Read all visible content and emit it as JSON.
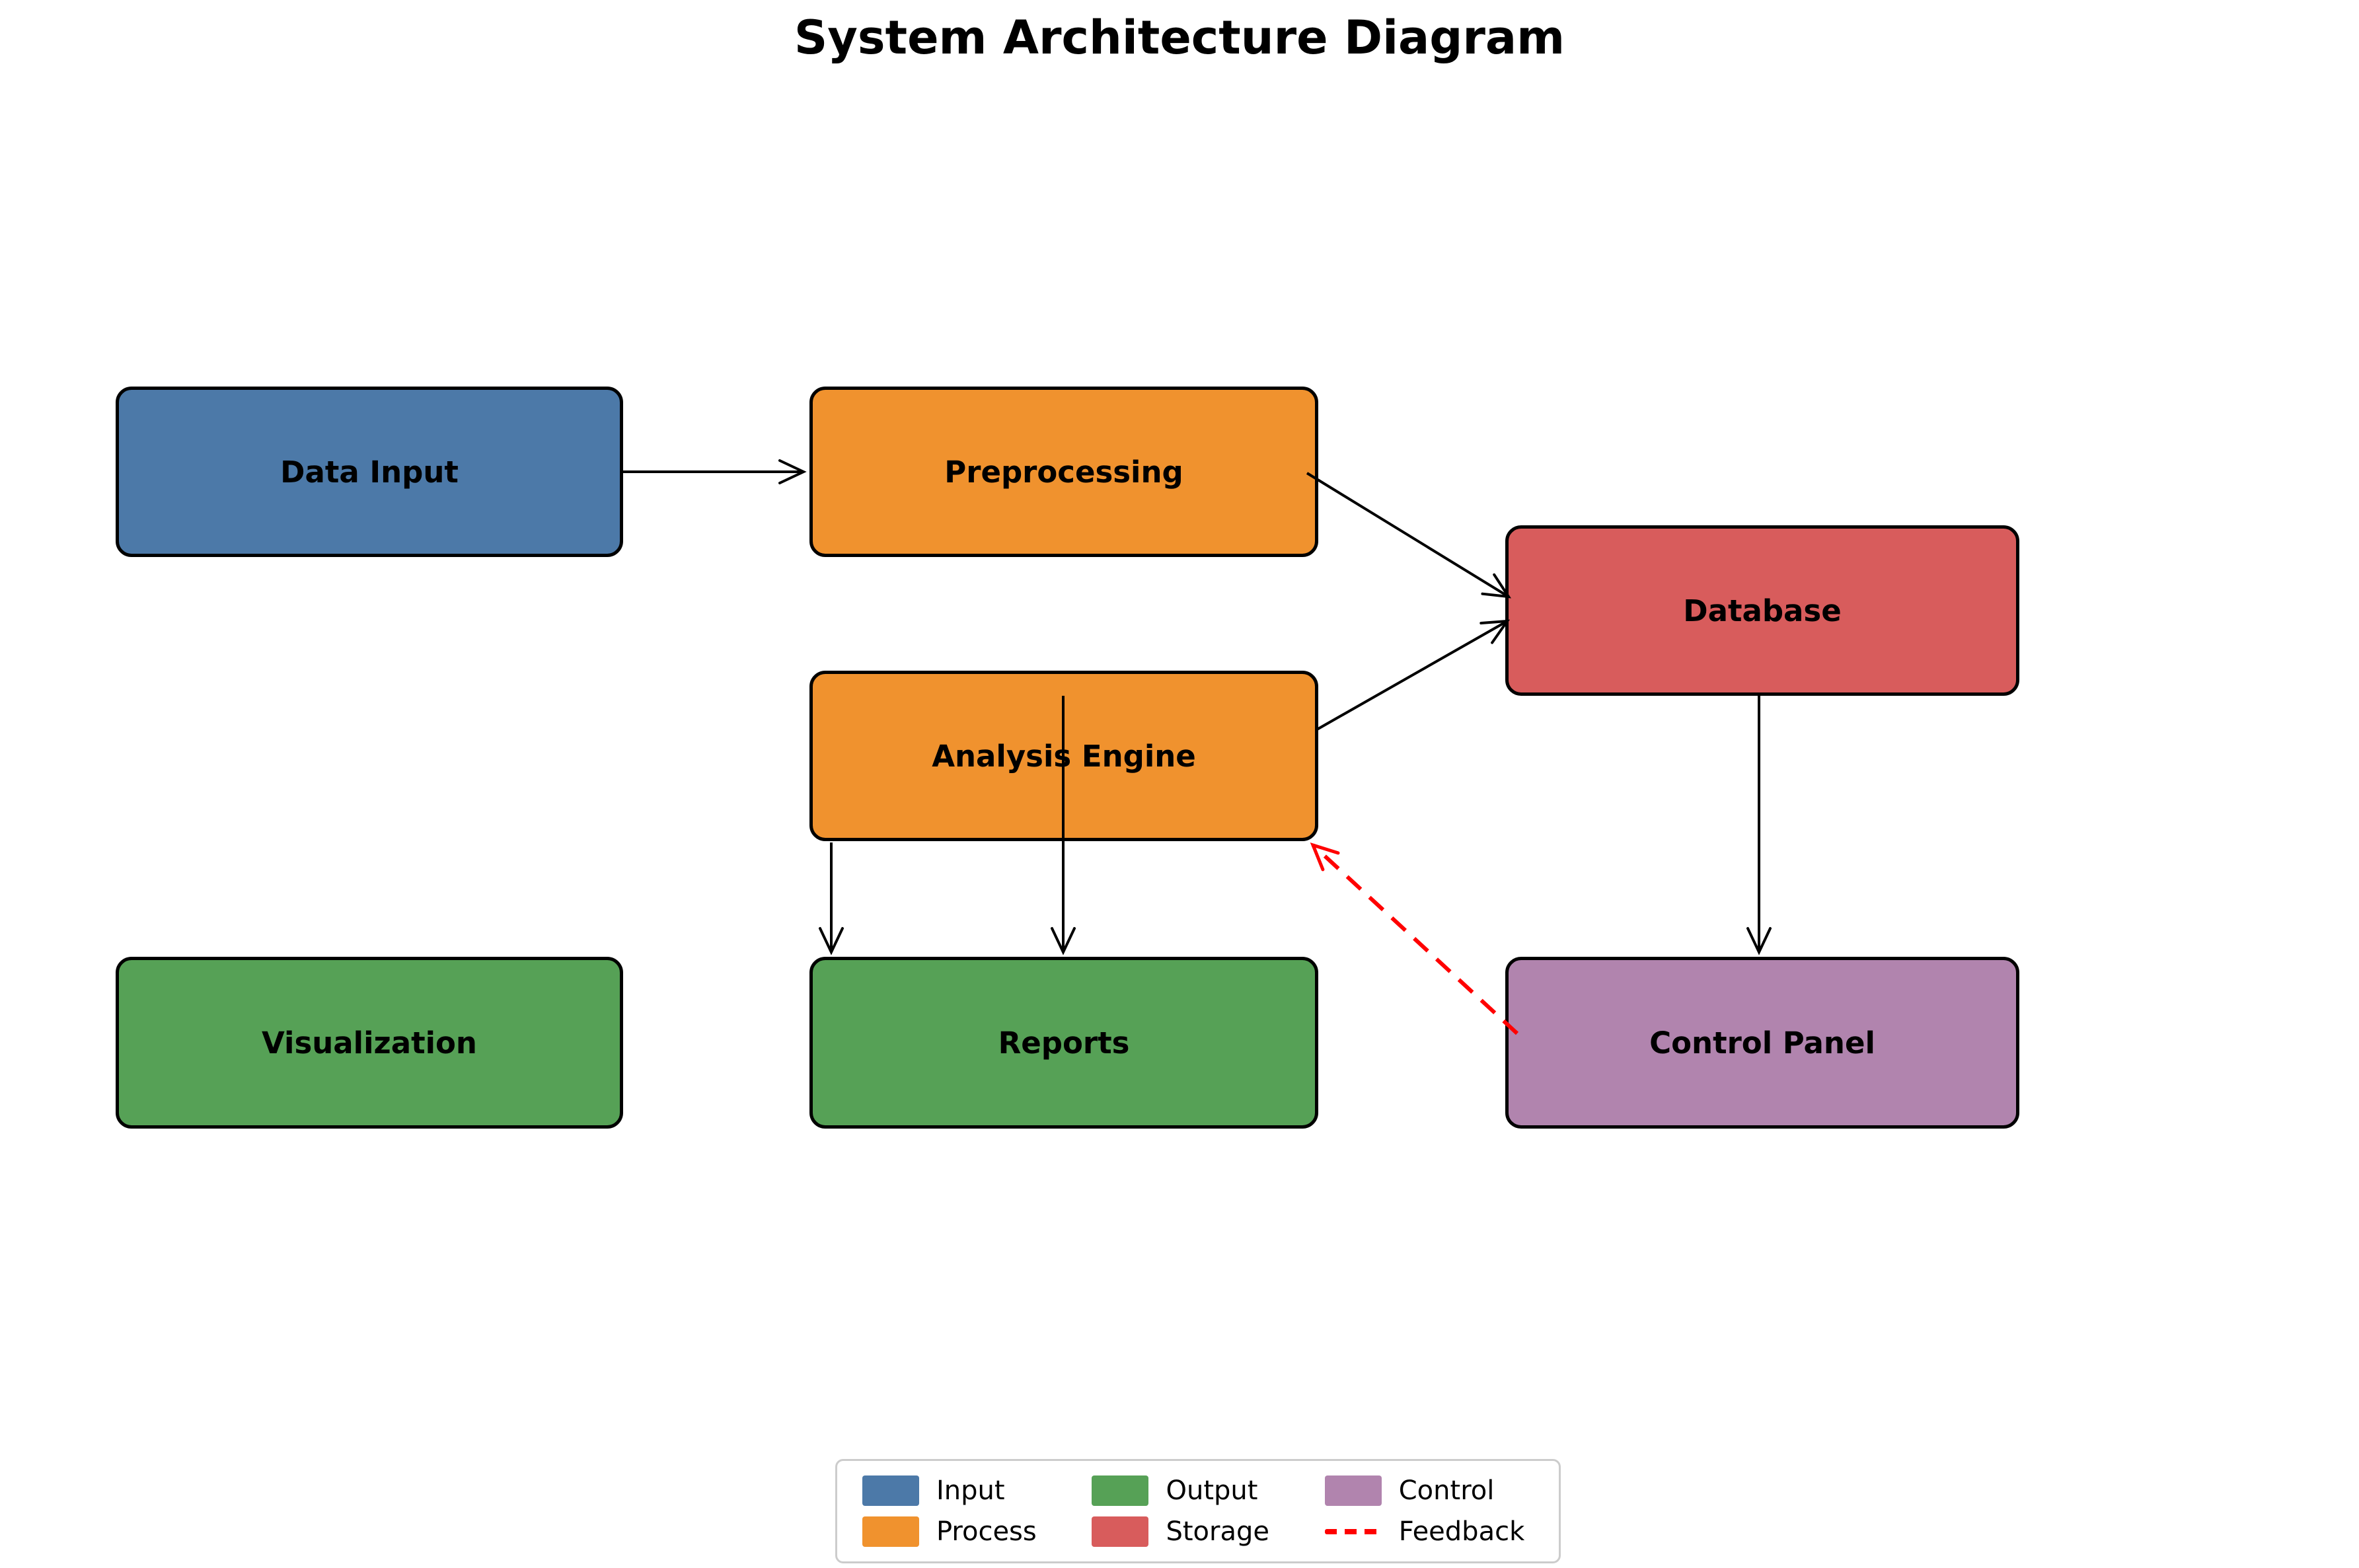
{
  "title": "System Architecture Diagram",
  "nodes": [
    {
      "id": "data-input",
      "label": "Data Input",
      "category": "input",
      "color": "#4C79A8"
    },
    {
      "id": "preprocessing",
      "label": "Preprocessing",
      "category": "process",
      "color": "#F0922E"
    },
    {
      "id": "database",
      "label": "Database",
      "category": "storage",
      "color": "#D85C5C"
    },
    {
      "id": "analysis-engine",
      "label": "Analysis Engine",
      "category": "process",
      "color": "#F0922E"
    },
    {
      "id": "visualization",
      "label": "Visualization",
      "category": "output",
      "color": "#56A156"
    },
    {
      "id": "reports",
      "label": "Reports",
      "category": "output",
      "color": "#56A156"
    },
    {
      "id": "control-panel",
      "label": "Control Panel",
      "category": "control",
      "color": "#B184AE"
    }
  ],
  "edges": [
    {
      "from": "data-input",
      "to": "preprocessing",
      "style": "solid",
      "color": "#000000"
    },
    {
      "from": "preprocessing",
      "to": "database",
      "style": "solid",
      "color": "#000000"
    },
    {
      "from": "analysis-engine",
      "to": "database",
      "style": "solid",
      "color": "#000000"
    },
    {
      "from": "analysis-engine",
      "to": "reports",
      "style": "solid",
      "color": "#000000"
    },
    {
      "from": "analysis-engine",
      "to": "reports",
      "style": "solid",
      "color": "#000000"
    },
    {
      "from": "database",
      "to": "control-panel",
      "style": "solid",
      "color": "#000000"
    },
    {
      "from": "control-panel",
      "to": "analysis-engine",
      "style": "dashed",
      "color": "#FF0000"
    }
  ],
  "legend": {
    "items": [
      {
        "label": "Input",
        "swatch": "#4C79A8",
        "kind": "patch"
      },
      {
        "label": "Process",
        "swatch": "#F0922E",
        "kind": "patch"
      },
      {
        "label": "Output",
        "swatch": "#56A156",
        "kind": "patch"
      },
      {
        "label": "Storage",
        "swatch": "#D85C5C",
        "kind": "patch"
      },
      {
        "label": "Control",
        "swatch": "#B184AE",
        "kind": "patch"
      },
      {
        "label": "Feedback",
        "swatch": "#FF0000",
        "kind": "dashed-line"
      }
    ]
  },
  "colors": {
    "background": "#FFFFFF",
    "node_border": "#000000",
    "arrow": "#000000",
    "feedback_arrow": "#FF0000",
    "legend_border": "#CCCCCC",
    "text": "#000000"
  }
}
